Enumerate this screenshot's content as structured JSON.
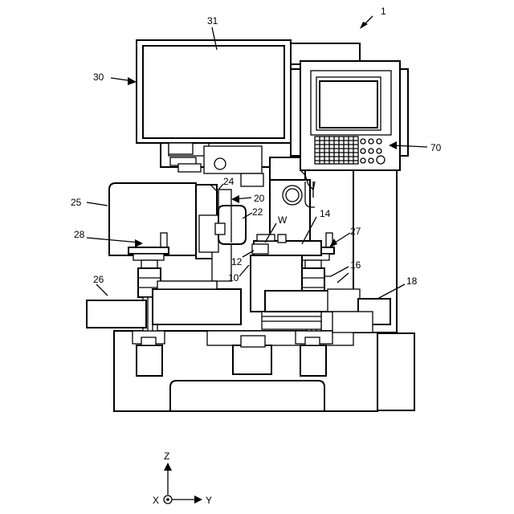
{
  "labels": {
    "device": "1",
    "monitor": "31",
    "monitor_arrow": "30",
    "control_panel": "70",
    "tool_head_20": "20",
    "item_24": "24",
    "item_22": "22",
    "item_25": "25",
    "workpiece": "W",
    "item_14": "14",
    "item_27": "27",
    "item_28": "28",
    "item_12": "12",
    "item_16": "16",
    "item_10": "10",
    "item_26": "26",
    "item_18": "18"
  },
  "axes": {
    "z": "Z",
    "x": "X",
    "y": "Y"
  }
}
